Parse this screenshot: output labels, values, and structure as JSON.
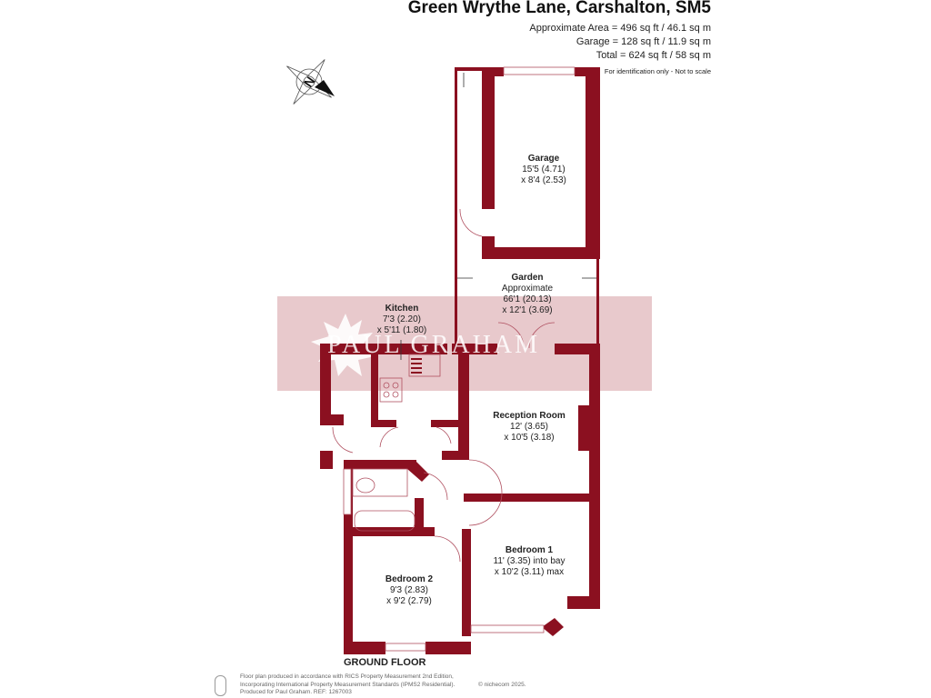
{
  "header": {
    "title": "Green Wrythe Lane, Carshalton, SM5",
    "approx_area": "Approximate Area = 496 sq ft / 46.1 sq m",
    "garage_area": "Garage = 128 sq ft / 11.9 sq m",
    "total_area": "Total = 624 sq ft / 58 sq m",
    "note": "For identification only - Not to scale"
  },
  "compass": {
    "icon": "compass-north-icon",
    "letter": "N"
  },
  "watermark": {
    "text": "PAUL GRAHAM",
    "icon": "leaf-logo-icon"
  },
  "rooms": [
    {
      "name": "Garage",
      "dim1": "15'5 (4.71)",
      "dim2": "x 8'4 (2.53)"
    },
    {
      "name": "Garden",
      "dim0": "Approximate",
      "dim1": "66'1 (20.13)",
      "dim2": "x 12'1 (3.69)"
    },
    {
      "name": "Kitchen",
      "dim1": "7'3 (2.20)",
      "dim2": "x 5'11 (1.80)"
    },
    {
      "name": "Reception Room",
      "dim1": "12' (3.65)",
      "dim2": "x 10'5 (3.18)"
    },
    {
      "name": "Bedroom 1",
      "dim1": "11' (3.35) into bay",
      "dim2": "x 10'2 (3.11) max"
    },
    {
      "name": "Bedroom 2",
      "dim1": "9'3 (2.83)",
      "dim2": "x 9'2 (2.79)"
    }
  ],
  "floor_label": "GROUND FLOOR",
  "footer": {
    "line1": "Floor plan produced in accordance with RICS Property Measurement 2nd Edition,",
    "line2": "Incorporating International Property Measurement Standards (IPMS2 Residential).",
    "line3": "Produced for Paul Graham.   REF: 1267003",
    "copyright": "© nichecom 2025.",
    "icon": "person-icon"
  },
  "colors": {
    "wall": "#8b1020",
    "watermark_band": "#e8c9cc",
    "door_arc": "#b05060"
  }
}
